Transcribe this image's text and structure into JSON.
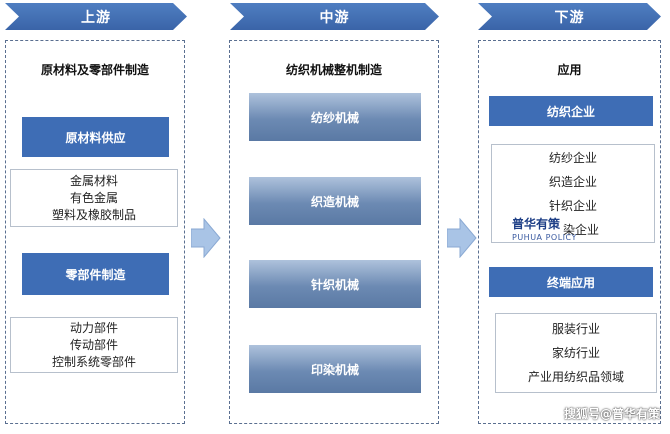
{
  "stages": [
    {
      "label": "上游",
      "title": "原材料及零部件制造"
    },
    {
      "label": "中游",
      "title": "纺织机械整机制造"
    },
    {
      "label": "下游",
      "title": "应用"
    }
  ],
  "upstream": {
    "box1": {
      "header": "原材料供应",
      "items": [
        "金属材料",
        "有色金属",
        "塑料及橡胶制品"
      ]
    },
    "box2": {
      "header": "零部件制造",
      "items": [
        "动力部件",
        "传动部件",
        "控制系统零部件"
      ]
    }
  },
  "midstream": {
    "machines": [
      "纺纱机械",
      "织造机械",
      "针织机械",
      "印染机械"
    ]
  },
  "downstream": {
    "box1": {
      "header": "纺织企业",
      "items": [
        "纺纱企业",
        "织造企业",
        "针织企业",
        "染企业"
      ]
    },
    "box2": {
      "header": "终端应用",
      "items": [
        "服装行业",
        "家纺行业",
        "产业用纺织品领域"
      ]
    }
  },
  "watermark": {
    "name": "普华有策",
    "en": "PUHUA POLICY"
  },
  "footer": "搜狐号@普华有策",
  "colors": {
    "header_blue": "#3e6db5",
    "chevron_blue": "#4472b8",
    "arrow_fill": "#a9c4e6"
  }
}
